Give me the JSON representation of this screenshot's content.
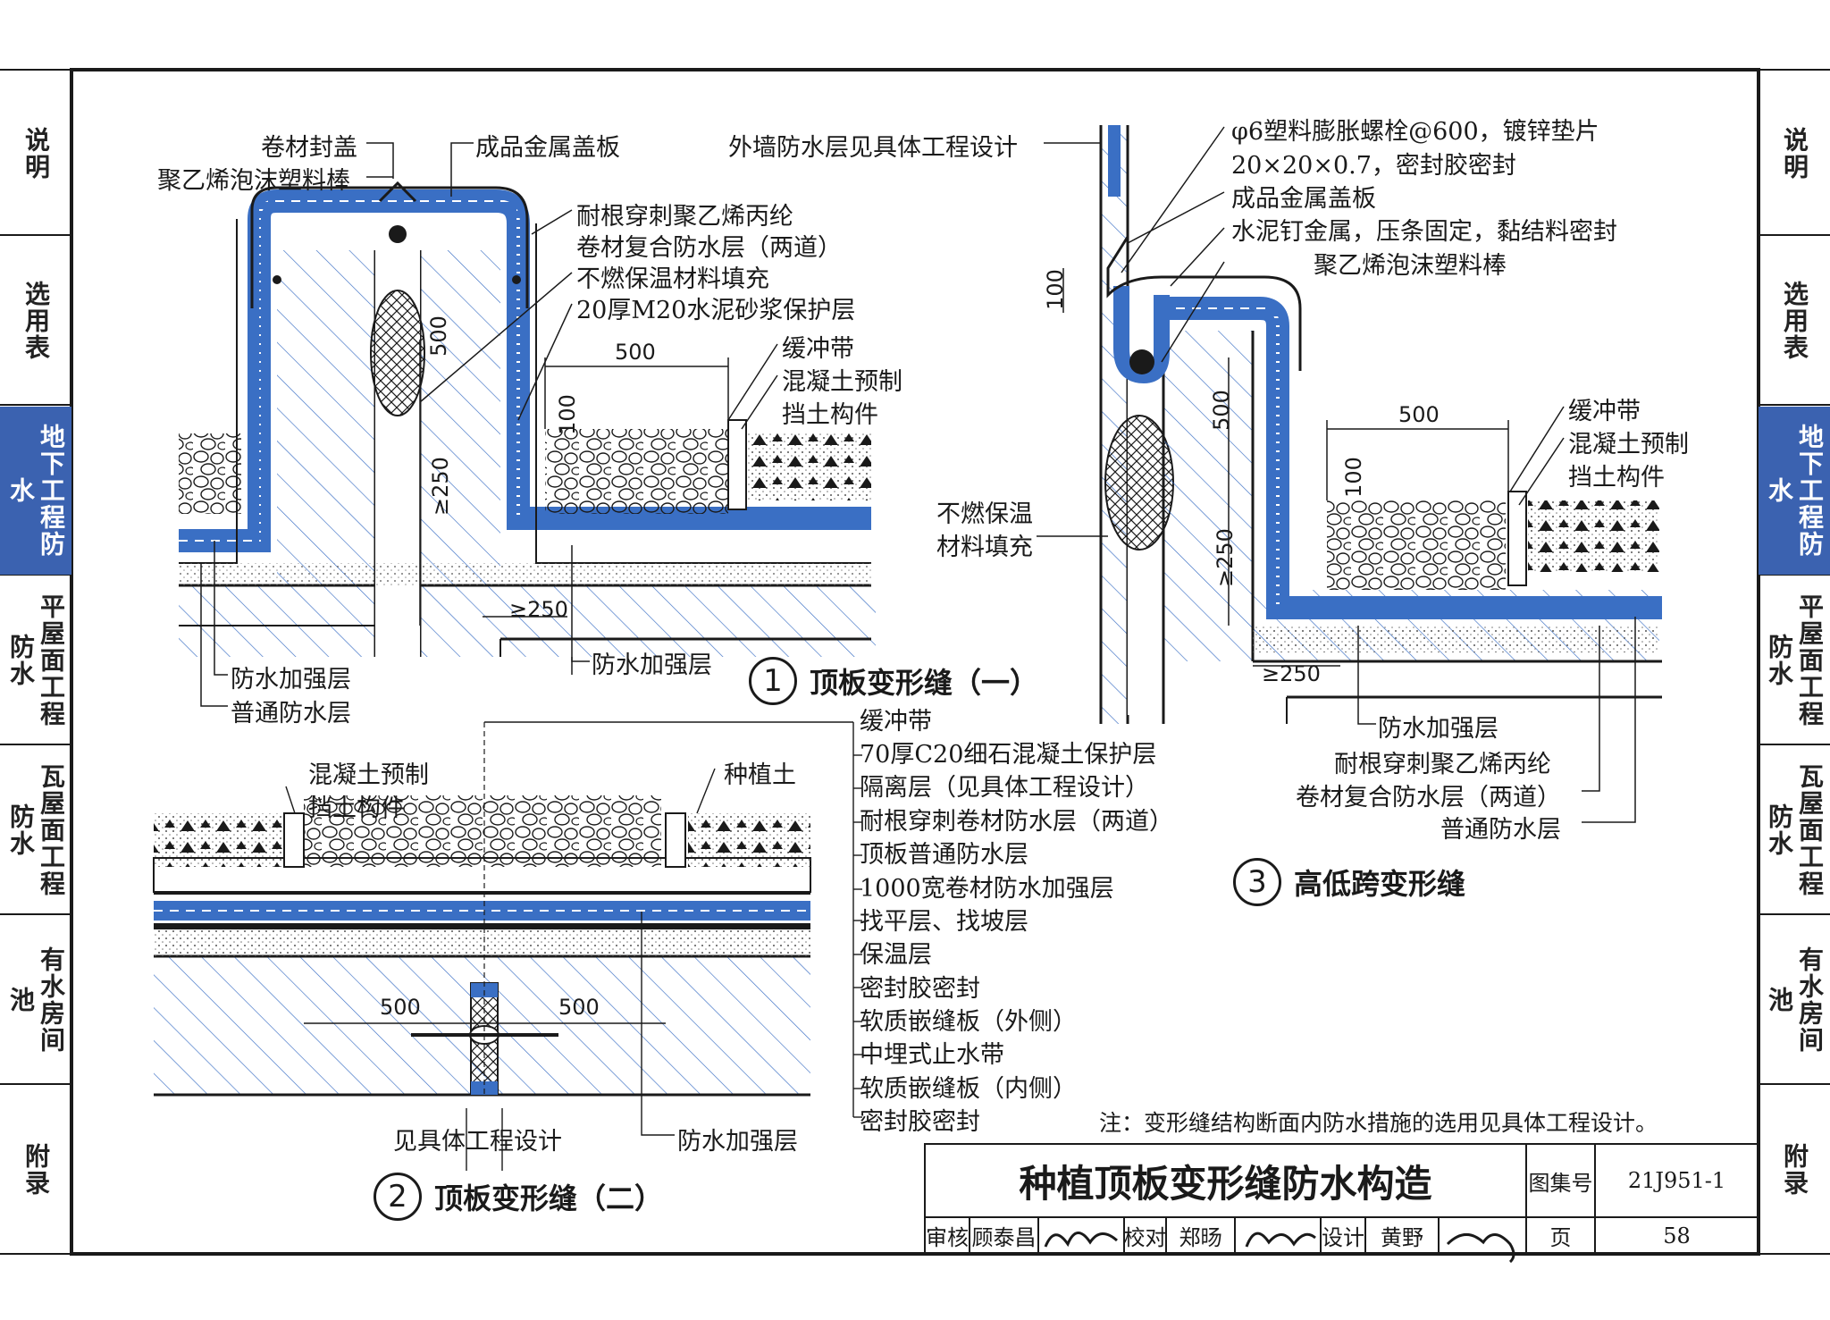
{
  "sidebar": {
    "left": [
      {
        "label": "说明"
      },
      {
        "label": "选用表"
      },
      {
        "label": "地下工程防水",
        "active": true
      },
      {
        "label": "平屋面工程防水"
      },
      {
        "label": "瓦屋面工程防水"
      },
      {
        "label": "有水房间池"
      },
      {
        "label": "附录"
      }
    ],
    "active_color": "#3b62b0"
  },
  "diagram1": {
    "caption_num": "1",
    "caption": "顶板变形缝（一）",
    "labels": {
      "roll_cap": "卷材封盖",
      "foam_rod": "聚乙烯泡沫塑料棒",
      "metal_cover": "成品金属盖板",
      "root_resist": "耐根穿刺聚乙烯丙纶",
      "root_resist2": "卷材复合防水层（两道）",
      "insulation": "不燃保温材料填充",
      "mortar": "20厚M20水泥砂浆保护层",
      "buffer": "缓冲带",
      "precast": "混凝土预制",
      "precast2": "挡土构件",
      "reinforce_left": "防水加强层",
      "normal": "普通防水层",
      "reinforce_right": "防水加强层"
    },
    "dims": {
      "d500a": "500",
      "d500b": "500",
      "d100": "100",
      "d250": "≥250",
      "d250b": "≥250"
    }
  },
  "diagram2": {
    "caption_num": "2",
    "caption": "顶板变形缝（二）",
    "labels": {
      "precast": "混凝土预制",
      "precast2": "挡土构件",
      "planting_soil": "种植土",
      "see_design": "见具体工程设计",
      "reinforce": "防水加强层"
    },
    "layers": [
      "缓冲带",
      "70厚C20细石混凝土保护层",
      "隔离层（见具体工程设计）",
      "耐根穿刺卷材防水层（两道）",
      "顶板普通防水层",
      "1000宽卷材防水加强层",
      "找平层、找坡层",
      "保温层",
      "密封胶密封",
      "软质嵌缝板（外侧）",
      "中埋式止水带",
      "软质嵌缝板（内侧）",
      "密封胶密封"
    ],
    "dims": {
      "left": "500",
      "right": "500"
    }
  },
  "diagram3": {
    "caption_num": "3",
    "caption": "高低跨变形缝",
    "labels": {
      "outer_wall": "外墙防水层见具体工程设计",
      "bolt1": "φ6塑料膨胀螺栓@600，镀锌垫片",
      "bolt2": "20×20×0.7，密封胶密封",
      "metal_cover": "成品金属盖板",
      "nail": "水泥钉金属，压条固定，黏结料密封",
      "foam_rod": "聚乙烯泡沫塑料棒",
      "buffer": "缓冲带",
      "precast": "混凝土预制",
      "precast2": "挡土构件",
      "insul1": "不燃保温",
      "insul2": "材料填充",
      "reinforce": "防水加强层",
      "root1": "耐根穿刺聚乙烯丙纶",
      "root2": "卷材复合防水层（两道）",
      "normal": "普通防水层"
    },
    "dims": {
      "d100": "100",
      "d500": "500",
      "d500v": "500",
      "d100b": "100",
      "d250": "≥250",
      "d250b": "≥250"
    }
  },
  "note": "注：变形缝结构断面内防水措施的选用见具体工程设计。",
  "title_block": {
    "title": "种植顶板变形缝防水构造",
    "atlas_label": "图集号",
    "atlas_no": "21J951-1",
    "review_label": "审核",
    "reviewer": "顾泰昌",
    "check_label": "校对",
    "checker": "郑旸",
    "design_label": "设计",
    "designer": "黄野",
    "page_label": "页",
    "page_no": "58"
  },
  "colors": {
    "membrane": "#3a6fc4",
    "membrane_light": "#9fc0ec",
    "line": "#1a1a1a"
  }
}
